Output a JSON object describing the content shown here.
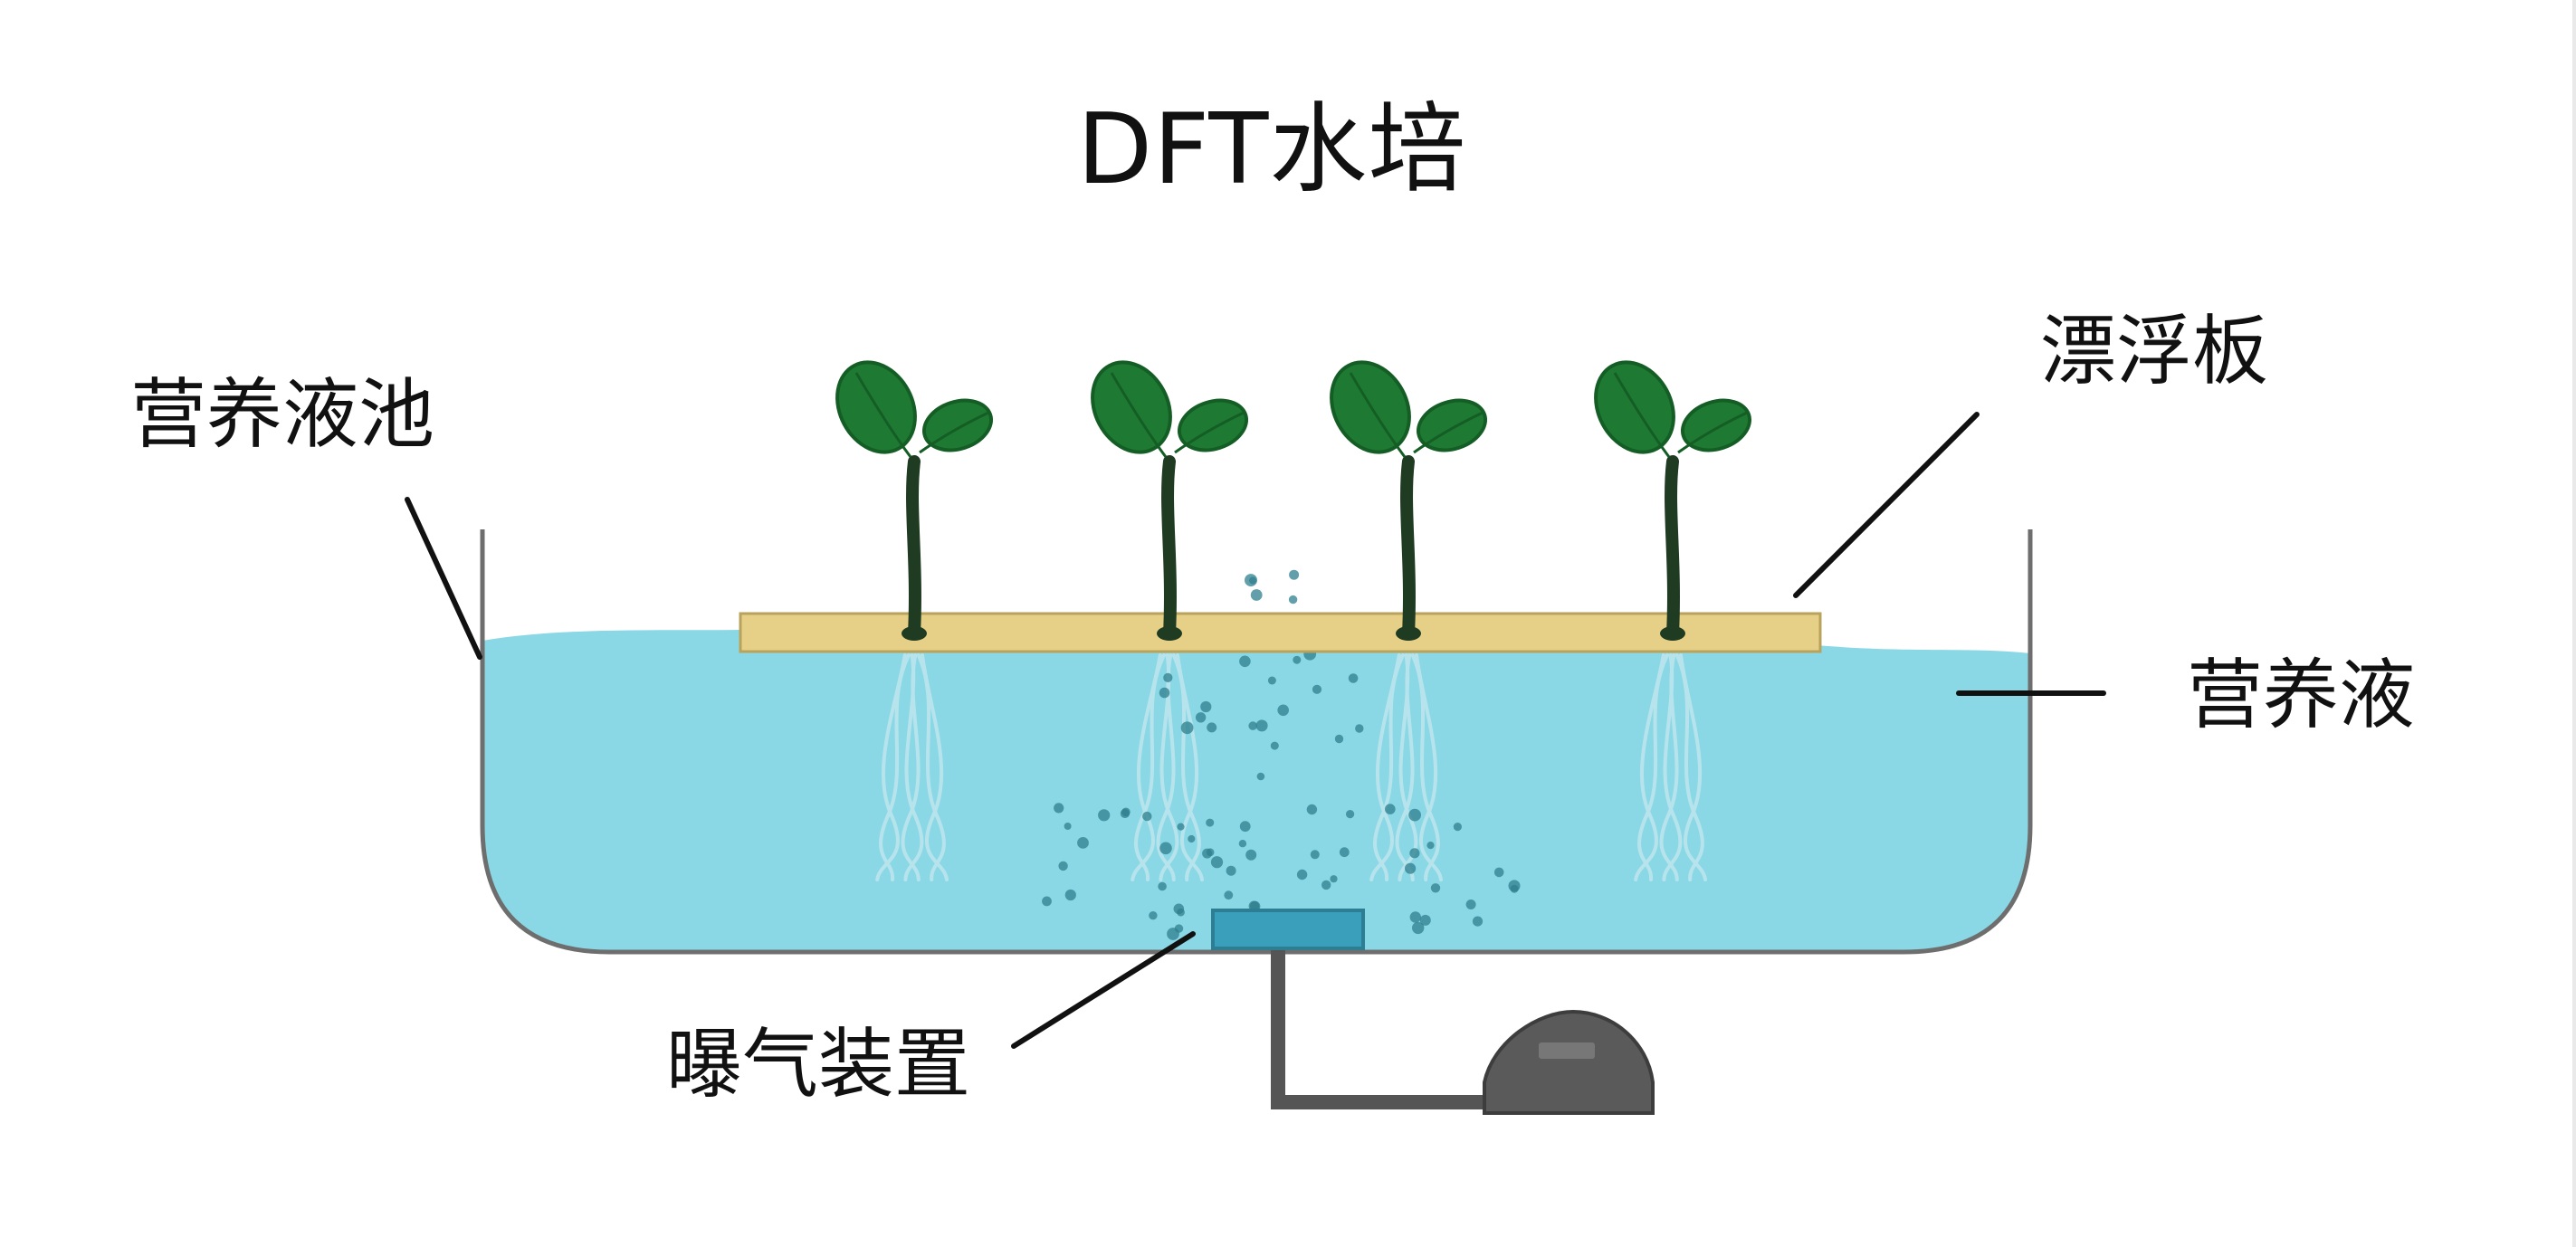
{
  "title": "DFT水培",
  "labels": {
    "pool": "营养液池",
    "float_board": "漂浮板",
    "solution": "营养液",
    "aerator": "曝气装置"
  },
  "colors": {
    "water": "#8AD8E5",
    "water_edge": "#7fcfdc",
    "tank_outline": "#6e6e6e",
    "board": "#E6CF86",
    "board_edge": "#b9a35c",
    "leaf": "#1E7A33",
    "leaf_dark": "#145e25",
    "stem": "#1f3b22",
    "root": "#bfe7ee",
    "bubble": "#2f7f8e",
    "aerator": "#3a9fba",
    "pipe": "#555555",
    "pump": "#5a5a5a",
    "leader_line": "#111111"
  },
  "plants": 4
}
